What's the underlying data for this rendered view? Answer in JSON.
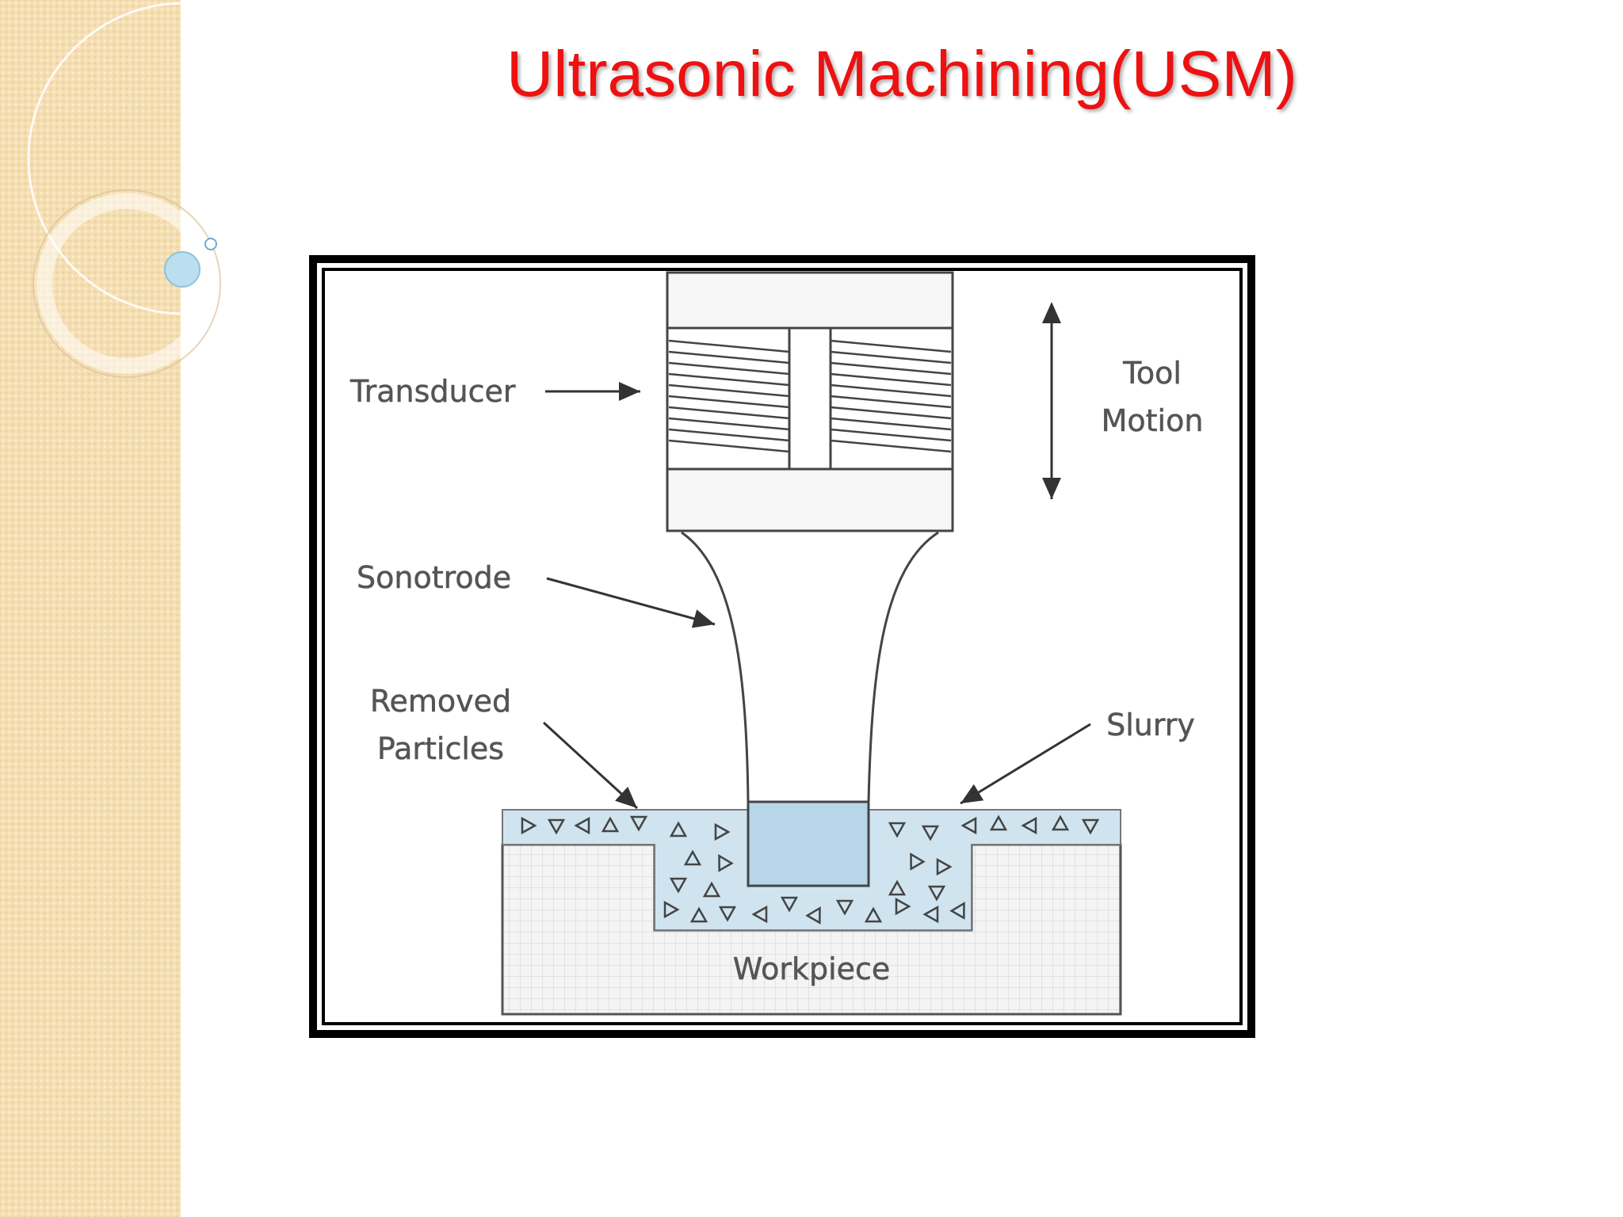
{
  "slide": {
    "title": "Ultrasonic Machining(USM)"
  },
  "diagram": {
    "labels": {
      "transducer": "Transducer",
      "tool_motion_line1": "Tool",
      "tool_motion_line2": "Motion",
      "sonotrode": "Sonotrode",
      "removed_particles_line1": "Removed",
      "removed_particles_line2": "Particles",
      "slurry": "Slurry",
      "workpiece": "Workpiece"
    }
  },
  "colors": {
    "title": "#ee1111",
    "sidebar": "#f5deb1",
    "slurry": "#cfe4ef",
    "frame": "#000000"
  }
}
